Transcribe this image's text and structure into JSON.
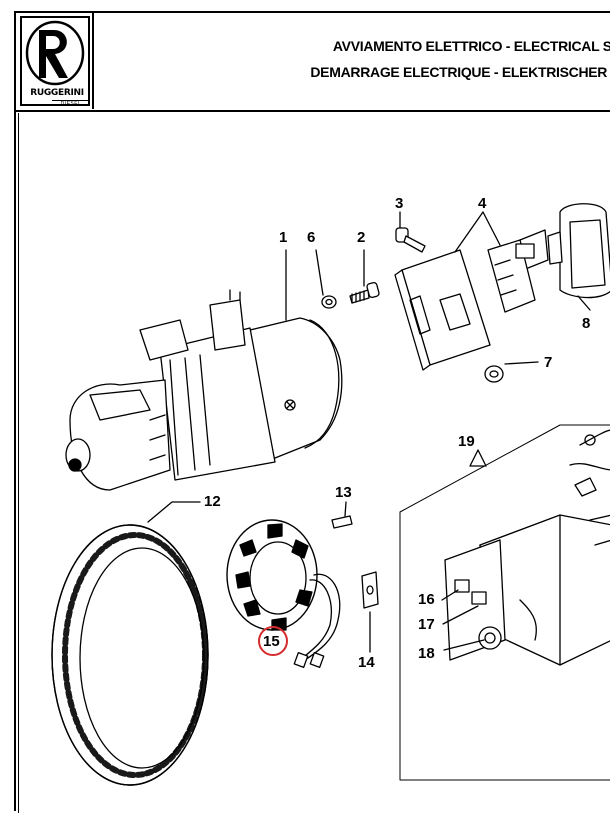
{
  "header": {
    "brand": "RUGGERINI",
    "brand_sub": "DIESEL",
    "title_line1": "AVVIAMENTO ELETTRICO - ELECTRICAL ST",
    "title_line2": "DEMARRAGE ELECTRIQUE - ELEKTRISCHER A"
  },
  "callouts": {
    "c1": "1",
    "c2": "2",
    "c3": "3",
    "c4": "4",
    "c6": "6",
    "c7": "7",
    "c8": "8",
    "c12": "12",
    "c13": "13",
    "c14": "14",
    "c15": "15",
    "c16": "16",
    "c17": "17",
    "c18": "18",
    "c19": "19"
  },
  "colors": {
    "highlight_circle": "#d62b2b",
    "line": "#000000"
  }
}
